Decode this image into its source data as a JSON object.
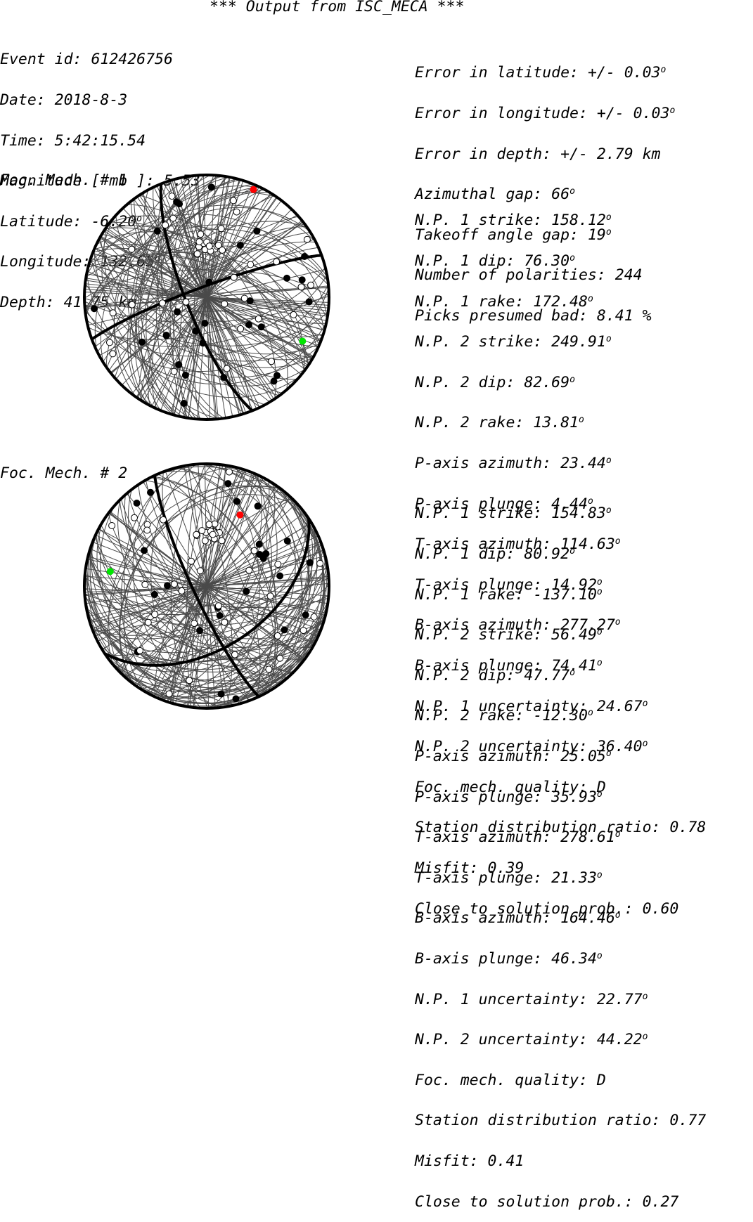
{
  "title": "*** Output from ISC_MECA ***",
  "event": [
    "Event id: 612426756",
    "Date: 2018-8-3",
    "Time: 5:42:15.54",
    "Magnitude [ mb ]: 5.53",
    "Latitude: -6.20°",
    "Longitude: 132.65°",
    "Depth: 41.75 km"
  ],
  "errors": [
    "Error in latitude: +/- 0.03°",
    "Error in longitude: +/- 0.03°",
    "Error in depth: +/- 2.79 km",
    "Azimuthal gap: 66°",
    "Takeoff angle gap: 19°",
    "Number of polarities: 244",
    "Picks presumed bad: 8.41 %"
  ],
  "mechanisms": [
    {
      "label": "Foc. Mech. # 1",
      "params": [
        "N.P. 1 strike: 158.12°",
        "N.P. 1 dip: 76.30°",
        "N.P. 1 rake: 172.48°",
        "N.P. 2 strike: 249.91°",
        "N.P. 2 dip: 82.69°",
        "N.P. 2 rake: 13.81°",
        "P-axis azimuth: 23.44°",
        "P-axis plunge: 4.44°",
        "T-axis azimuth: 114.63°",
        "T-axis plunge: 14.92°",
        "B-axis azimuth: 277.27°",
        "B-axis plunge: 74.41°",
        "N.P. 1 uncertainty: 24.67°",
        "N.P. 2 uncertainty: 36.40°",
        "Foc. mech. quality: D",
        "Station distribution ratio: 0.78",
        "Misfit: 0.39",
        "Close to solution prob.: 0.60"
      ],
      "np1": {
        "strike": 158.12,
        "dip": 76.3
      },
      "np2": {
        "strike": 249.91,
        "dip": 82.69
      },
      "p_axis": {
        "azimuth": 23.44,
        "plunge": 4.44
      },
      "t_axis": {
        "azimuth": 114.63,
        "plunge": 14.92
      }
    },
    {
      "label": "Foc. Mech. # 2",
      "params": [
        "N.P. 1 strike: 154.83°",
        "N.P. 1 dip: 80.92°",
        "N.P. 1 rake: -137.10°",
        "N.P. 2 strike: 56.49°",
        "N.P. 2 dip: 47.77°",
        "N.P. 2 rake: -12.30°",
        "P-axis azimuth: 25.05°",
        "P-axis plunge: 35.93°",
        "T-axis azimuth: 278.61°",
        "T-axis plunge: 21.33°",
        "B-axis azimuth: 164.46°",
        "B-axis plunge: 46.34°",
        "N.P. 1 uncertainty: 22.77°",
        "N.P. 2 uncertainty: 44.22°",
        "Foc. mech. quality: D",
        "Station distribution ratio: 0.77",
        "Misfit: 0.41",
        "Close to solution prob.: 0.27"
      ],
      "np1": {
        "strike": 154.83,
        "dip": 80.92
      },
      "np2": {
        "strike": 56.49,
        "dip": 47.77
      },
      "p_axis": {
        "azimuth": 25.05,
        "plunge": 35.93
      },
      "t_axis": {
        "azimuth": 278.61,
        "plunge": 21.33
      }
    }
  ],
  "colors": {
    "text": "#000000",
    "uncertainty_lines": "#4a4a4a",
    "outline": "#000000",
    "p_axis": "#ff0000",
    "t_axis": "#00e600",
    "compression_polarity": "#000000",
    "dilatation_polarity": "#ffffff"
  }
}
